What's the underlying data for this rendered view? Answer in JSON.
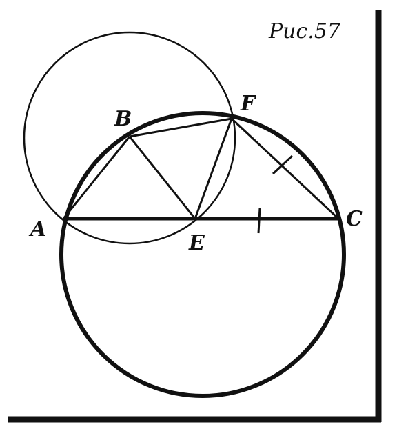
{
  "figure": {
    "caption": "Рис.57",
    "labels": {
      "A": "A",
      "B": "B",
      "C": "C",
      "E": "E",
      "F": "F"
    }
  },
  "colors": {
    "ink": "#111111",
    "background": "#ffffff"
  }
}
